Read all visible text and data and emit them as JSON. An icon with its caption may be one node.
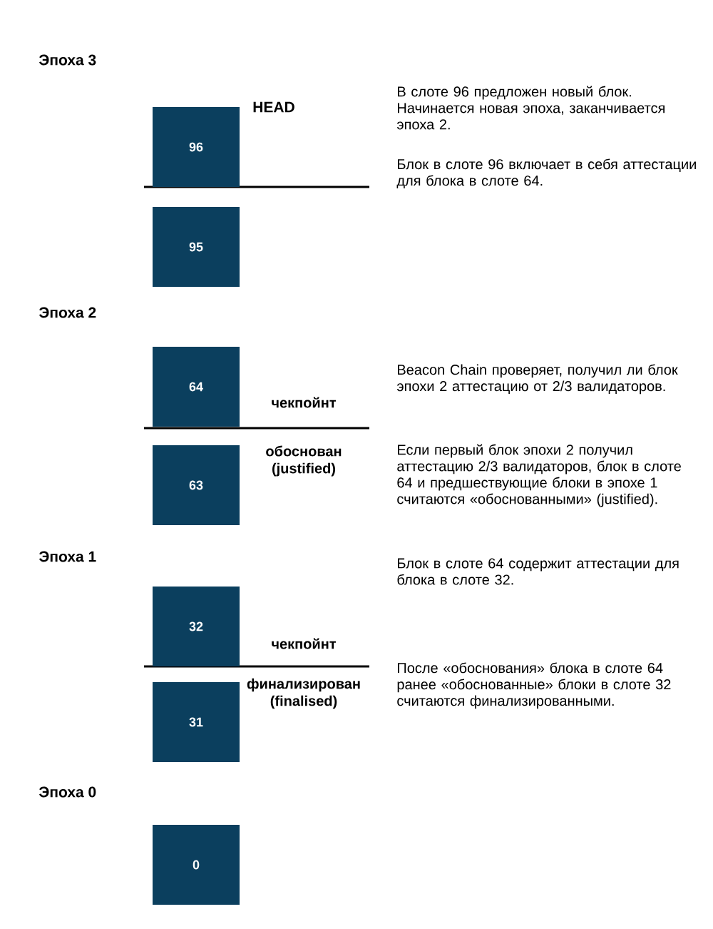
{
  "diagram": {
    "nodes": [
      {
        "text": [
          "96"
        ]
      },
      {
        "text": [
          "95"
        ]
      },
      {
        "text": [
          "64"
        ]
      },
      {
        "text": [
          "63"
        ]
      },
      {
        "text": [
          "32"
        ]
      },
      {
        "text": [
          "31"
        ]
      },
      {
        "text": [
          "0"
        ]
      }
    ],
    "edges": [],
    "labels": [
      "Эпоха 3",
      "HEAD",
      "В слоте 96 предложен новый блок. Начинается новая эпоха, заканчивается эпоха 2.",
      "Блок в слоте 96 включает в себя аттестации для блока в слоте 64.",
      "Эпоха 2",
      "чекпойнт",
      "Beacon Chain проверяет, получил ли блок эпохи 2 аттестацию от 2/3 валидаторов.",
      "обоснован (justified)",
      "Если первый блок эпохи 2 получил аттестацию 2/3 валидаторов, блок в слоте 64 и предшествующие блоки в эпохе 1 считаются «обоснованными» (justified).",
      "Эпоха 1",
      "Блок в слоте 64 содержит аттестации для блока в слоте 32.",
      "чекпойнт",
      "финализирован (finalised)",
      "После «обоснования» блока в слоте 64 ранее «обоснованные» блоки в слоте 32 считаются финализированными.",
      "Эпоха 0"
    ]
  }
}
